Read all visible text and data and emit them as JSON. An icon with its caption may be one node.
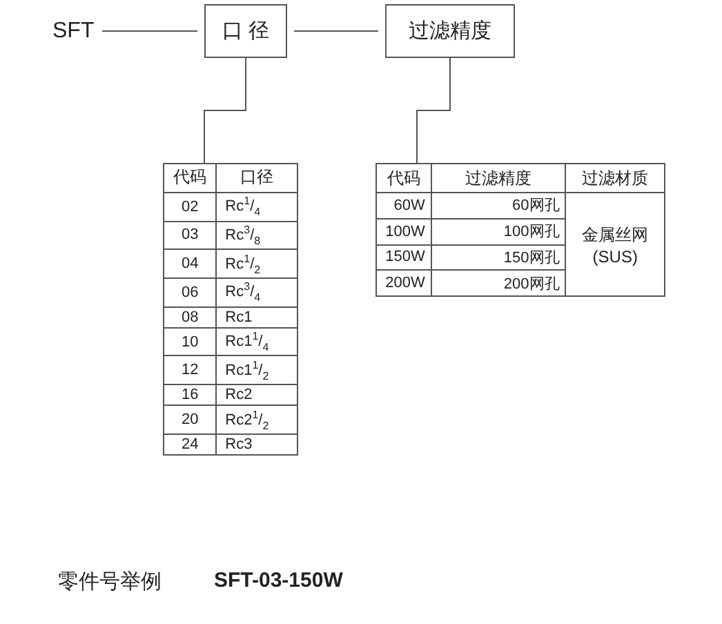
{
  "diagram": {
    "nodes": [
      {
        "text": [
          "SFT"
        ]
      },
      {
        "text": [
          "口 径"
        ]
      },
      {
        "text": [
          "过滤精度"
        ]
      },
      {
        "text": [
          "代码",
          "口径",
          "02",
          "Rc$^{1}$/$_{4}$",
          "03",
          "Rc$^{3}$/$_{8}$",
          "04",
          "Rc$^{1}$/$_{2}$",
          "06",
          "Rc$^{3}$/$_{4}$",
          "08",
          "Rc1",
          "10",
          "Rc1$^{1}$/$_{4}$",
          "12",
          "Rc1$^{1}$/$_{2}$",
          "16",
          "Rc2",
          "20",
          "Rc2$^{1}$/$_{2}$",
          "24",
          "Rc3"
        ]
      },
      {
        "text": [
          "代码",
          "过滤精度",
          "过滤材质",
          "60W",
          "60网孔",
          "100W",
          "100网孔",
          "150W",
          "150网孔",
          "200W",
          "200网孔",
          "金属丝网 (SUS)"
        ]
      }
    ],
    "edges": [
      {
        "from": 0,
        "to": 1,
        "arrow": "none"
      },
      {
        "from": 1,
        "to": 2,
        "arrow": "none"
      },
      {
        "from": 1,
        "to": 3,
        "arrow": "none"
      },
      {
        "from": 2,
        "to": 4,
        "arrow": "none"
      }
    ],
    "labels": [
      "零件号举例",
      "SFT-03-150W"
    ]
  }
}
